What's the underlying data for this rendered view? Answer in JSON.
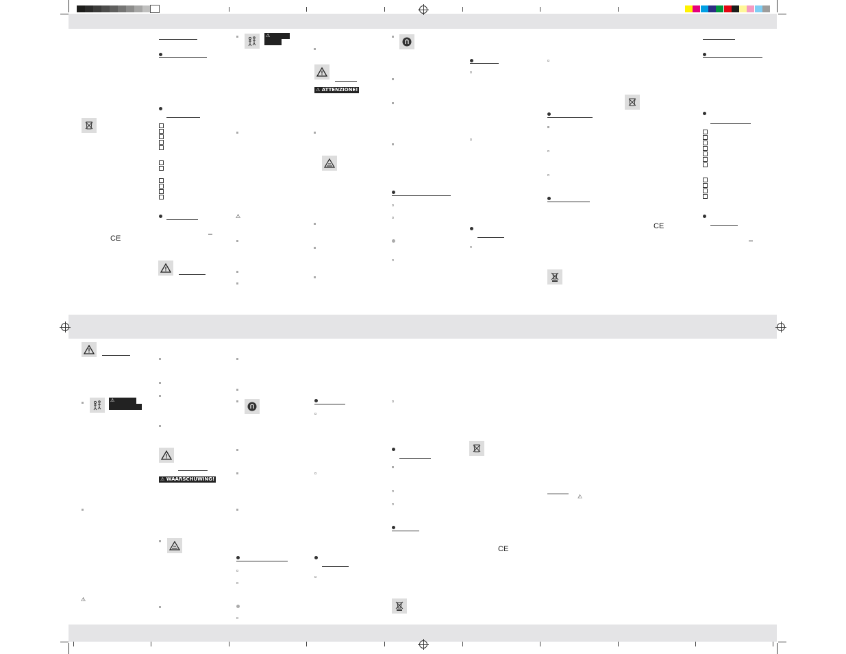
{
  "page": {
    "title": "",
    "warning_labels": {
      "attenzione": "ATTENZIONE!",
      "waarschuwing": "WAARSCHUWING!"
    },
    "ce_mark": "CE",
    "icons": [
      "warning-triangle-icon",
      "child-danger-icon",
      "no-charger-icon",
      "hot-surface-icon",
      "recycle-icon",
      "weee-bin-icon",
      "registration-mark-icon"
    ]
  },
  "colors": {
    "band": "#e4e4e6",
    "color_bar": [
      "#fff200",
      "#e6007e",
      "#009fe3",
      "#2d2e83",
      "#00963f",
      "#e30613",
      "#1d1d1b",
      "#fff799",
      "#f49ac1",
      "#7fcef4",
      "#9d9d9c"
    ],
    "grey_bar": [
      "#1d1d1b",
      "#2b2b2a",
      "#3c3c3b",
      "#4d4d4c",
      "#5f5f5e",
      "#757574",
      "#8c8c8b",
      "#a6a6a5",
      "#c0c0bf",
      "#ffffff"
    ]
  }
}
